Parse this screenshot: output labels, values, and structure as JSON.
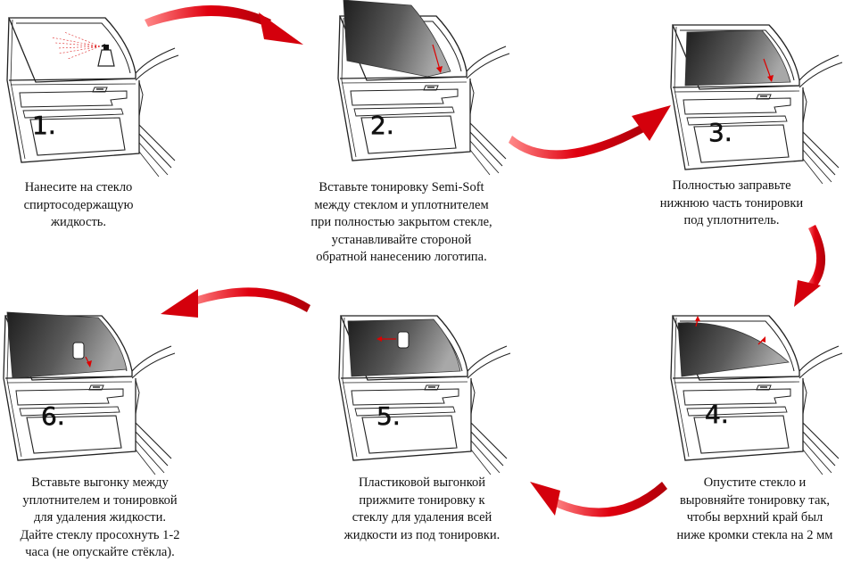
{
  "colors": {
    "arrow": "#d9000d",
    "arrow_light": "#ff5a5a",
    "film_dark": "#222222",
    "film_light": "#a0a0a0",
    "line": "#222222"
  },
  "steps": [
    {
      "number": "1.",
      "caption": [
        "Нанесите на стекло",
        "спиртосодержащую",
        "жидкость."
      ]
    },
    {
      "number": "2.",
      "caption": [
        "Вставьте тонировку Semi-Soft",
        "между стеклом и уплотнителем",
        "при полностью закрытом стекле,",
        "устанавливайте стороной",
        "обратной нанесению логотипа."
      ]
    },
    {
      "number": "3.",
      "caption": [
        "Полностью заправьте",
        "нижнюю часть тонировки",
        "под уплотнитель."
      ]
    },
    {
      "number": "4.",
      "caption": [
        "Опустите стекло и",
        "выровняйте тонировку так,",
        "чтобы верхний край был",
        "ниже кромки стекла на 2 мм"
      ]
    },
    {
      "number": "5.",
      "caption": [
        "Пластиковой выгонкой",
        "прижмите тонировку к",
        "стеклу для удаления всей",
        "жидкости из под тонировки."
      ]
    },
    {
      "number": "6.",
      "caption": [
        "Вставьте выгонку между",
        "уплотнителем и тонировкой",
        "для удаления жидкости.",
        "Дайте стеклу просохнуть 1-2",
        "часа (не опускайте стёкла)."
      ]
    }
  ]
}
